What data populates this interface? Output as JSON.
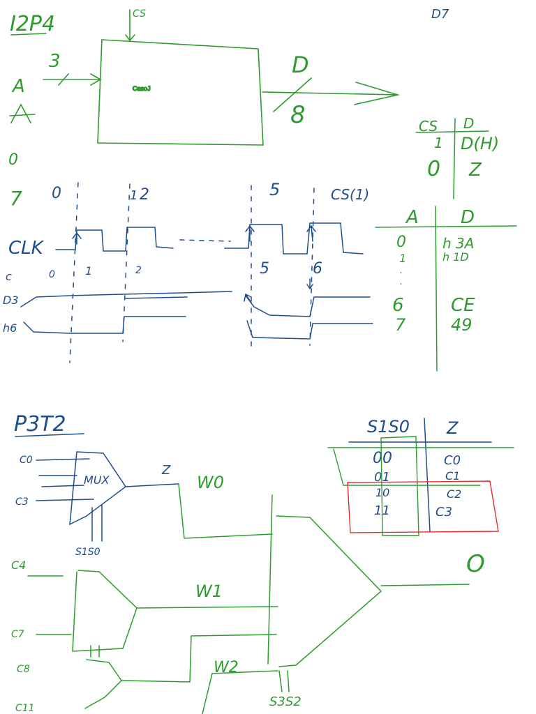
{
  "colors": {
    "green": "#2e9b2e",
    "blue": "#1f4e8c",
    "red": "#e03030",
    "ink": "#000000"
  },
  "top": {
    "heading": "I2P4",
    "block": {
      "label": "CasoJ",
      "cs": "CS"
    },
    "input": {
      "name": "A",
      "width": "3"
    },
    "output": {
      "name": "D",
      "width": "8"
    },
    "corner": "D7",
    "range": {
      "start": "0",
      "end": "7"
    }
  },
  "timing": {
    "markers": [
      "0",
      "1",
      "2",
      "5"
    ],
    "cs_mark": "CS(1)",
    "clk": "CLK",
    "c": "c",
    "ticks": [
      "0",
      "1",
      "2",
      "5",
      "6"
    ],
    "sig1": "D3",
    "sig2": "h6"
  },
  "cs_table": {
    "h1": "CS",
    "h2": "D",
    "r1a": "1",
    "r1b": "D(H)",
    "r2a": "0",
    "r2b": "Z"
  },
  "ad_table": {
    "h1": "A",
    "h2": "D",
    "rows": [
      {
        "a": "0",
        "d": "h 3A"
      },
      {
        "a": "1",
        "d": "h 1D"
      },
      {
        "a": "6",
        "d": "CE"
      },
      {
        "a": "7",
        "d": "49"
      }
    ]
  },
  "bottom": {
    "heading": "P3T2",
    "mux": "MUX",
    "c0": "C0",
    "c3": "C3",
    "sel": "S1S0",
    "z": "Z",
    "w0": "W0",
    "w1": "W1",
    "w2": "W2",
    "c4": "C4",
    "c7": "C7",
    "c8": "C8",
    "c11": "C11",
    "sel2": "S3S2",
    "out": "O"
  },
  "sel_table": {
    "h1": "S1S0",
    "h2": "Z",
    "rows": [
      {
        "s": "00",
        "z": "C0"
      },
      {
        "s": "01",
        "z": "C1"
      },
      {
        "s": "10",
        "z": "C2"
      },
      {
        "s": "11",
        "z": "C3"
      }
    ]
  }
}
